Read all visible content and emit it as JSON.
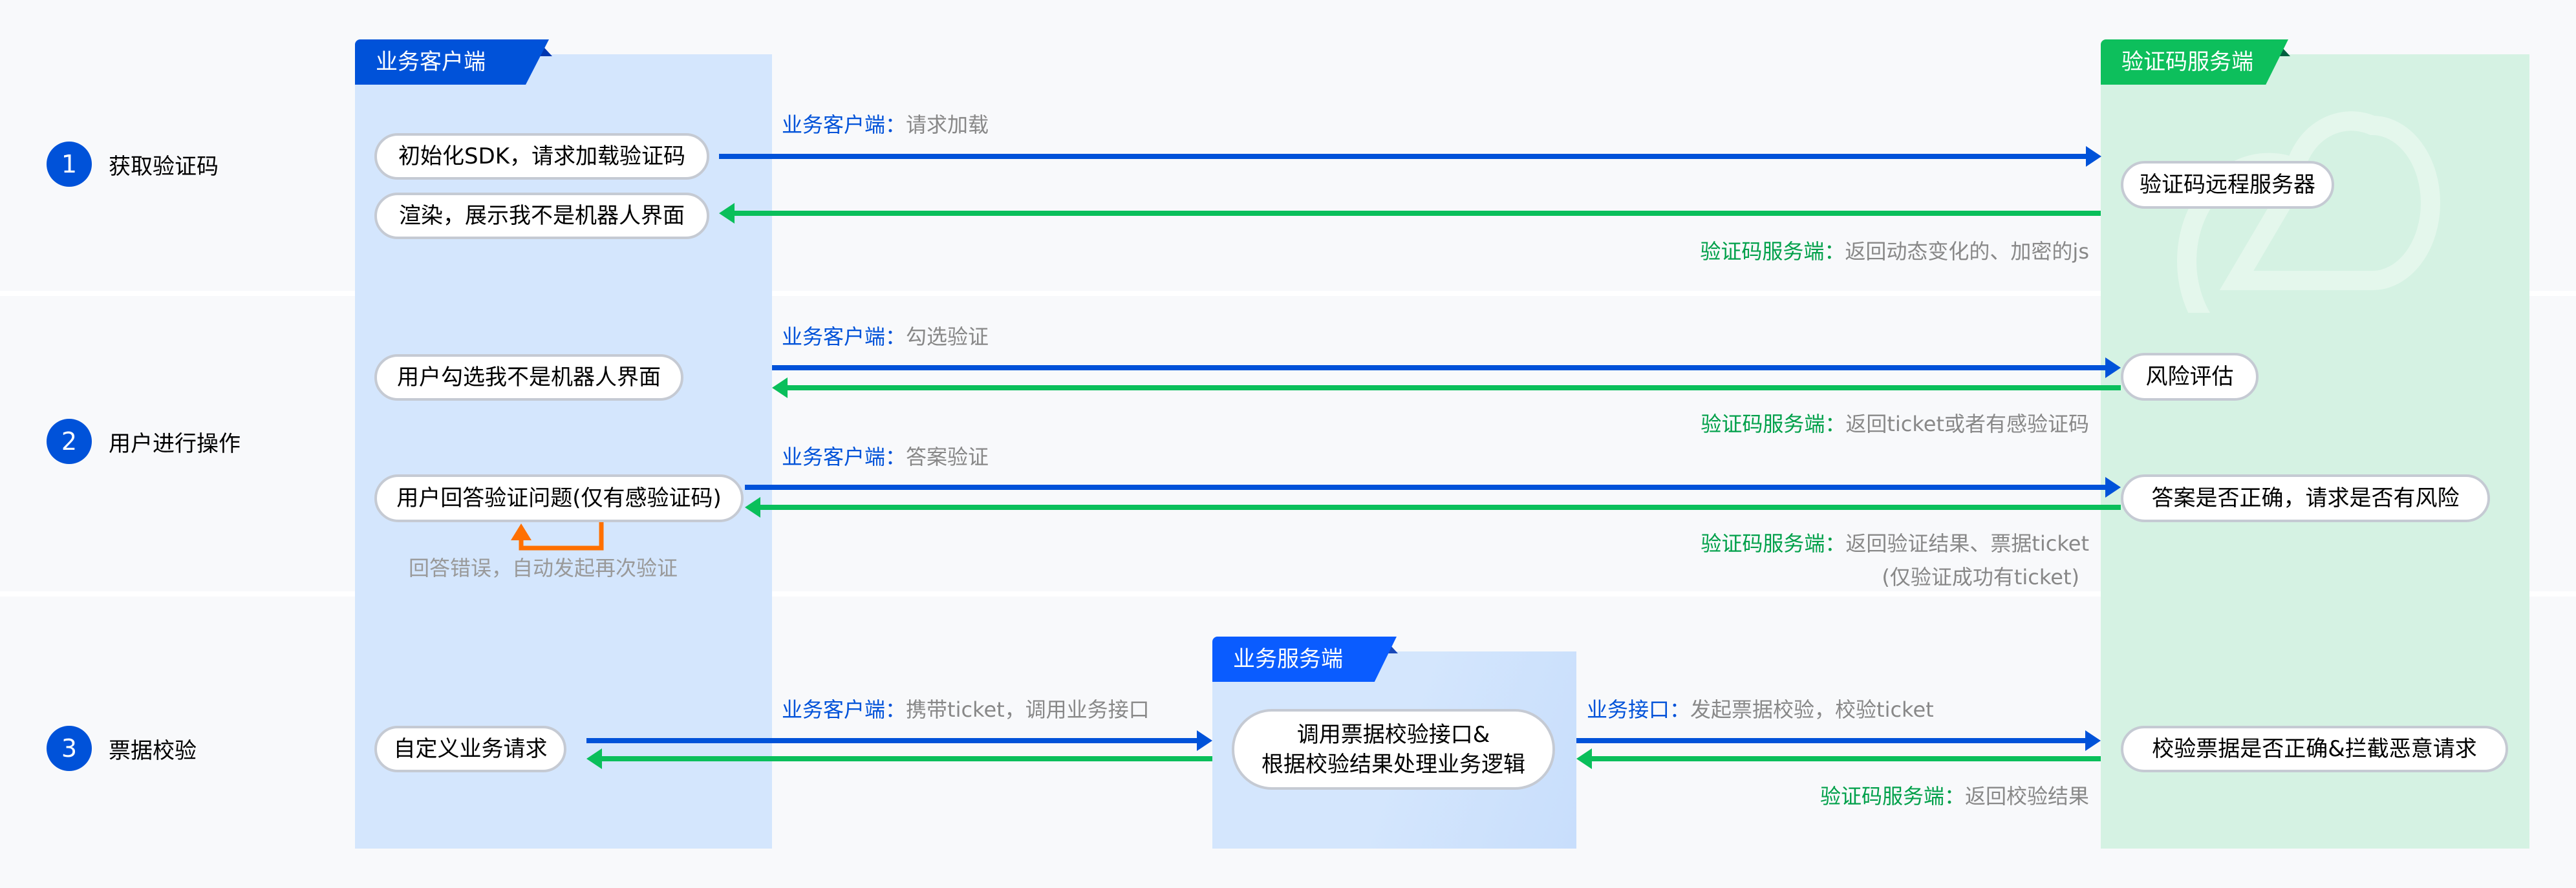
{
  "colors": {
    "blue": "#0052d9",
    "green": "#0abf5b",
    "orange": "#ff7000",
    "client_bg": "#d4e6fd",
    "server_bg": "#d5f2e3"
  },
  "columns": {
    "client": "业务客户端",
    "server": "验证码服务端",
    "business": "业务服务端"
  },
  "steps": [
    {
      "num": "1",
      "label": "获取验证码"
    },
    {
      "num": "2",
      "label": "用户进行操作"
    },
    {
      "num": "3",
      "label": "票据校验"
    }
  ],
  "nodes": {
    "init_sdk": "初始化SDK，请求加载验证码",
    "render": "渲染，展示我不是机器人界面",
    "remote_server": "验证码远程服务器",
    "user_check": "用户勾选我不是机器人界面",
    "risk": "风险评估",
    "user_answer": "用户回答验证问题(仅有感验证码)",
    "answer_check": "答案是否正确，请求是否有风险",
    "custom_request": "自定义业务请求",
    "biz_line1": "调用票据校验接口&",
    "biz_line2": "根据校验结果处理业务逻辑",
    "ticket_check": "校验票据是否正确&拦截恶意请求"
  },
  "labels": {
    "l1a_k": "业务客户端：",
    "l1a_v": "请求加载",
    "l1b_k": "验证码服务端：",
    "l1b_v": "返回动态变化的、加密的js",
    "l2a_k": "业务客户端：",
    "l2a_v": "勾选验证",
    "l2b_k": "验证码服务端：",
    "l2b_v": "返回ticket或者有感验证码",
    "l2c_k": "业务客户端：",
    "l2c_v": "答案验证",
    "l2d_k": "验证码服务端：",
    "l2d_v": "返回验证结果、票据ticket",
    "l2d_v2": "(仅验证成功有ticket)",
    "retry": "回答错误，自动发起再次验证",
    "l3a_k": "业务客户端：",
    "l3a_v": "携带ticket，调用业务接口",
    "l3b_k": "业务接口：",
    "l3b_v": "发起票据校验，校验ticket",
    "l3c_k": "验证码服务端：",
    "l3c_v": "返回校验结果"
  }
}
